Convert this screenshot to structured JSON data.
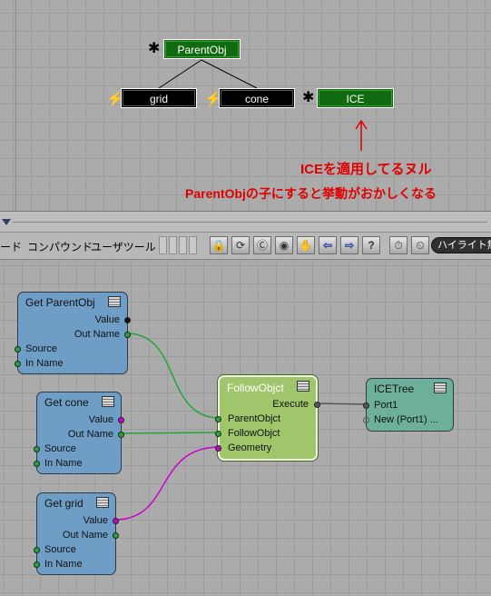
{
  "schematic": {
    "parent": "ParentObj",
    "children": [
      "grid",
      "cone",
      "ICE"
    ],
    "annotation_line1": "ICEを適用してるヌル",
    "annotation_line2": "ParentObjの子にすると挙動がおかしくなる"
  },
  "toolbar": {
    "menu_items": [
      "ード",
      "コンパウンド",
      "ユーザツール"
    ],
    "highlight_label": "ハイライト無"
  },
  "nodes": {
    "get_parentobj": {
      "title": "Get ParentObj",
      "ports": [
        "Value",
        "Out Name",
        "Source",
        "In Name"
      ]
    },
    "get_cone": {
      "title": "Get cone",
      "ports": [
        "Value",
        "Out Name",
        "Source",
        "In Name"
      ]
    },
    "get_grid": {
      "title": "Get grid",
      "ports": [
        "Value",
        "Out Name",
        "Source",
        "In Name"
      ]
    },
    "followobjct": {
      "title": "FollowObjct",
      "ports": [
        "Execute",
        "ParentObjct",
        "FollowObjct",
        "Geometry"
      ]
    },
    "icetree": {
      "title": "ICETree",
      "ports": [
        "Port1",
        "New (Port1) ..."
      ]
    }
  },
  "colors": {
    "schematic_green": "#0f6a10",
    "annotation_red": "#e00000",
    "wire_green": "#22a63a",
    "wire_magenta": "#cc00cc",
    "wire_gray": "#555555"
  }
}
